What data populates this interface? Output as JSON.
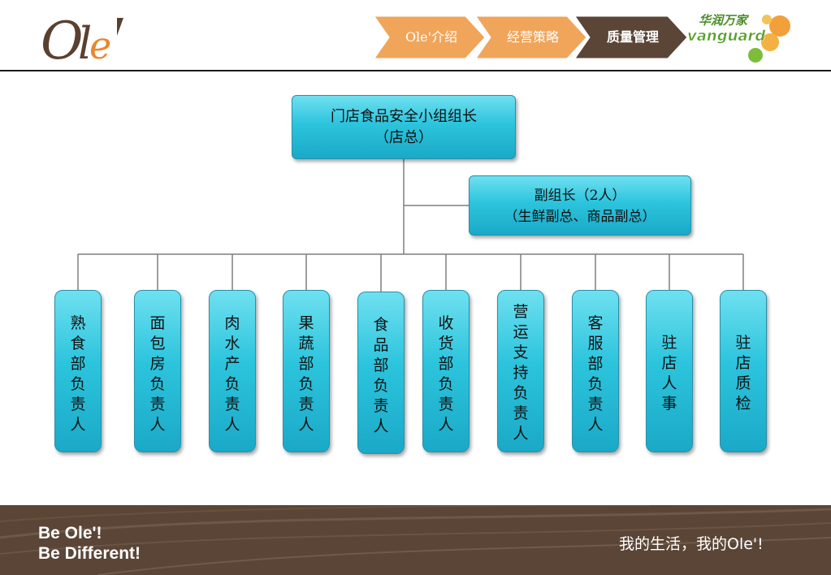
{
  "header": {
    "logo_text": "Ole'",
    "nav": [
      {
        "label": "Ole'介绍",
        "color": "#f0a55a"
      },
      {
        "label": "经营策略",
        "color": "#f0a55a"
      },
      {
        "label": "质量管理",
        "color": "#5a4537"
      }
    ],
    "brand": {
      "line1": "华润万家",
      "line2": "vanguard"
    }
  },
  "org": {
    "top": {
      "line1": "门店食品安全小组组长",
      "line2": "（店总）"
    },
    "deputy": {
      "line1": "副组长（2人）",
      "line2": "（生鲜副总、商品副总）"
    },
    "departments": [
      "熟食部负责人",
      "面包房负责人",
      "肉水产负责人",
      "果蔬部负责人",
      "食品部负责人",
      "收货部负责人",
      "营运支持负责人",
      "客服部负责人",
      "驻店人事",
      "驻店质检"
    ]
  },
  "footer": {
    "slogan_line1": "Be Ole'!",
    "slogan_line2": "Be Different!",
    "tagline": "我的生活，我的Ole'!"
  },
  "colors": {
    "box_top": "#6fe0f0",
    "box_bottom": "#1aa9c7",
    "nav_orange": "#f0a55a",
    "nav_brown": "#5a4537",
    "footer_bg": "#5a4537"
  }
}
